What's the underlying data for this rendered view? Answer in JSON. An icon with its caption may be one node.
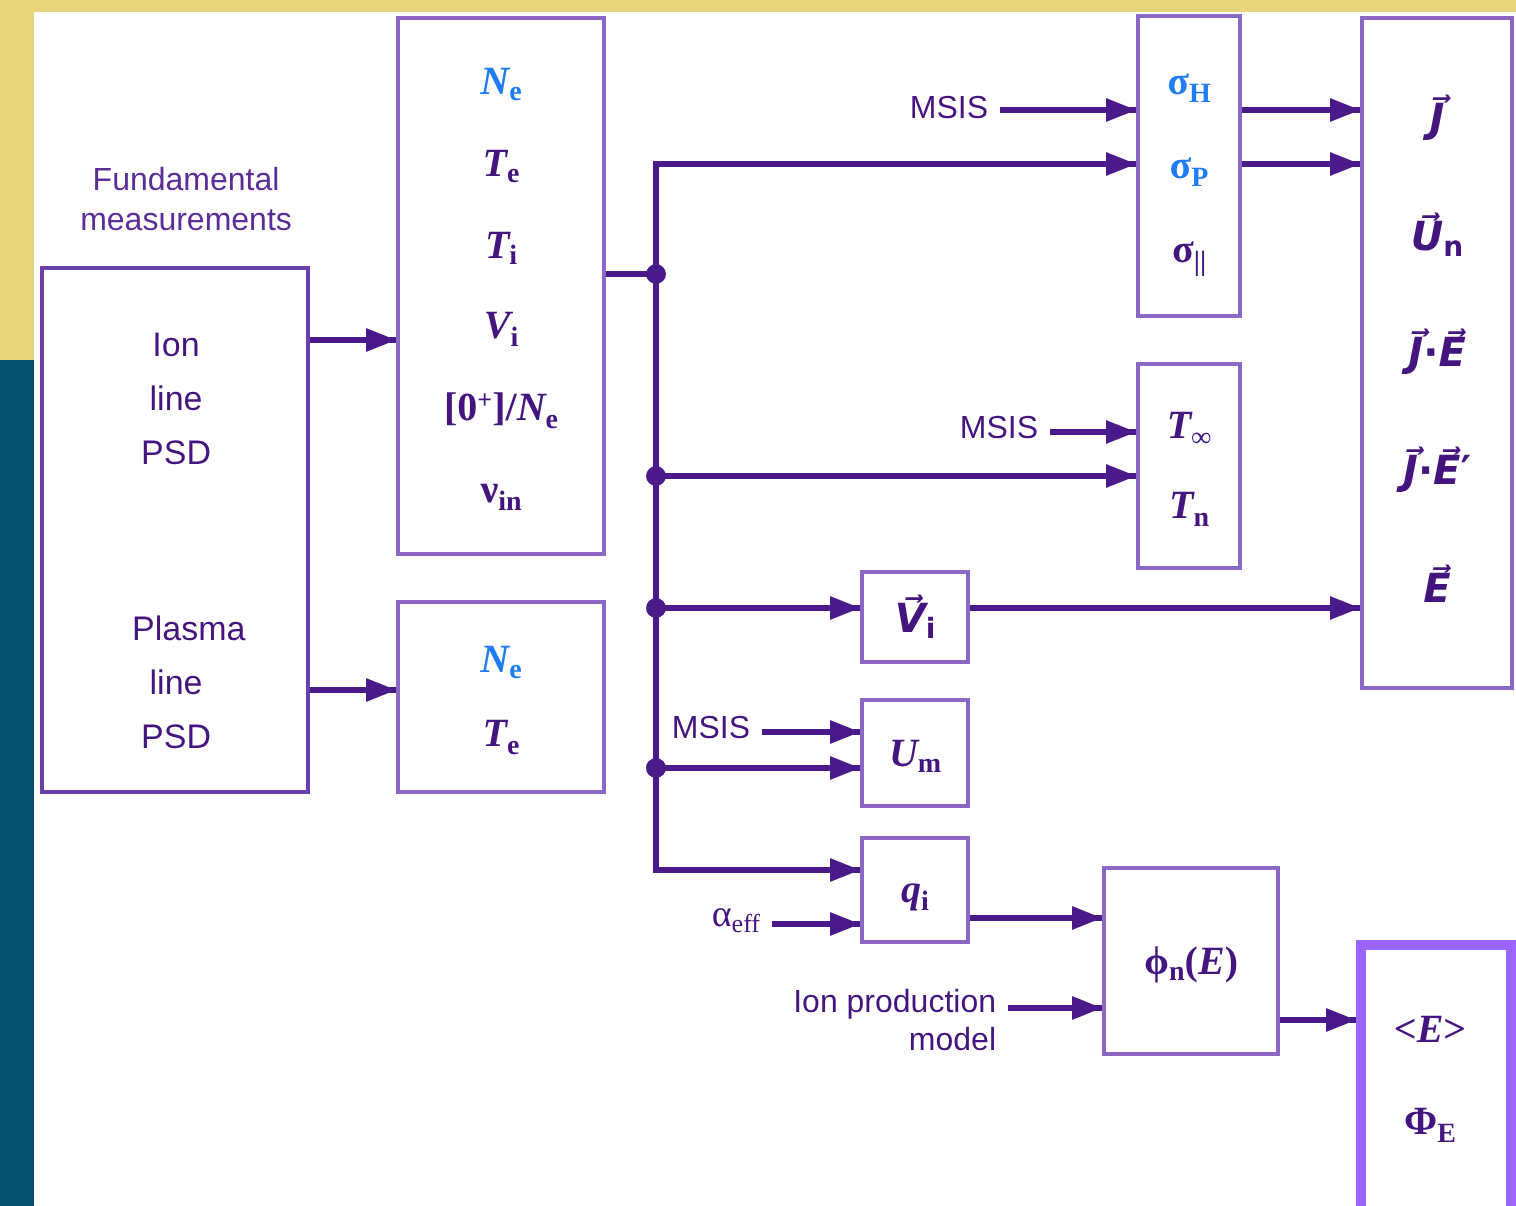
{
  "diagram": {
    "nodes": [
      {
        "text": [
          "Fundamental measurements",
          "Ion line PSD",
          "Plasma line PSD"
        ]
      },
      {
        "text": [
          "*N*$_{e}$",
          "*T*$_{e}$",
          "*T*$_{i}$",
          "*V*$_{i}$",
          "[0$^{+}$]/*N*$_{e}$",
          "ν$_{in}$"
        ]
      },
      {
        "text": [
          "*N*$_{e}$",
          "*T*$_{e}$"
        ]
      },
      {
        "text": [
          "MSIS"
        ]
      },
      {
        "text": [
          "σ$_{H}$",
          "σ$_{P}$",
          "σ$_{||}$"
        ]
      },
      {
        "text": [
          "MSIS"
        ]
      },
      {
        "text": [
          "*T*$_{∞}$",
          "*T*$_{n}$"
        ]
      },
      {
        "text": [
          "*V⃗*$_{i}$"
        ]
      },
      {
        "text": [
          "MSIS"
        ]
      },
      {
        "text": [
          "*U*$_{m}$"
        ]
      },
      {
        "text": [
          "α$_{eff}$"
        ]
      },
      {
        "text": [
          "*q*$_{i}$"
        ]
      },
      {
        "text": [
          "Ion production model"
        ]
      },
      {
        "text": [
          "ϕ$_{n}$(*E*)"
        ]
      },
      {
        "text": [
          "*J⃗*",
          "*U⃗*$_{n}$",
          "*J⃗*·*E⃗*",
          "*J⃗*·*E⃗*′",
          "*E⃗*"
        ]
      },
      {
        "text": [
          "<*E*>",
          "Φ$_{E}$"
        ]
      }
    ],
    "edges": [
      {
        "from": 0,
        "to": 1,
        "arrow": "to"
      },
      {
        "from": 0,
        "to": 2,
        "arrow": "to"
      },
      {
        "from": 1,
        "to": 4,
        "arrow": "to"
      },
      {
        "from": 1,
        "to": 6,
        "arrow": "to"
      },
      {
        "from": 1,
        "to": 7,
        "arrow": "to"
      },
      {
        "from": 1,
        "to": 9,
        "arrow": "to"
      },
      {
        "from": 1,
        "to": 11,
        "arrow": "to"
      },
      {
        "from": 3,
        "to": 4,
        "arrow": "to"
      },
      {
        "from": 5,
        "to": 6,
        "arrow": "to"
      },
      {
        "from": 4,
        "to": 14,
        "arrow": "to"
      },
      {
        "from": 4,
        "to": 14,
        "arrow": "to"
      },
      {
        "from": 7,
        "to": 14,
        "arrow": "to"
      },
      {
        "from": 8,
        "to": 9,
        "arrow": "to"
      },
      {
        "from": 10,
        "to": 11,
        "arrow": "to"
      },
      {
        "from": 11,
        "to": 13,
        "arrow": "to"
      },
      {
        "from": 12,
        "to": 13,
        "arrow": "to"
      },
      {
        "from": 13,
        "to": 15,
        "arrow": "to"
      }
    ]
  }
}
